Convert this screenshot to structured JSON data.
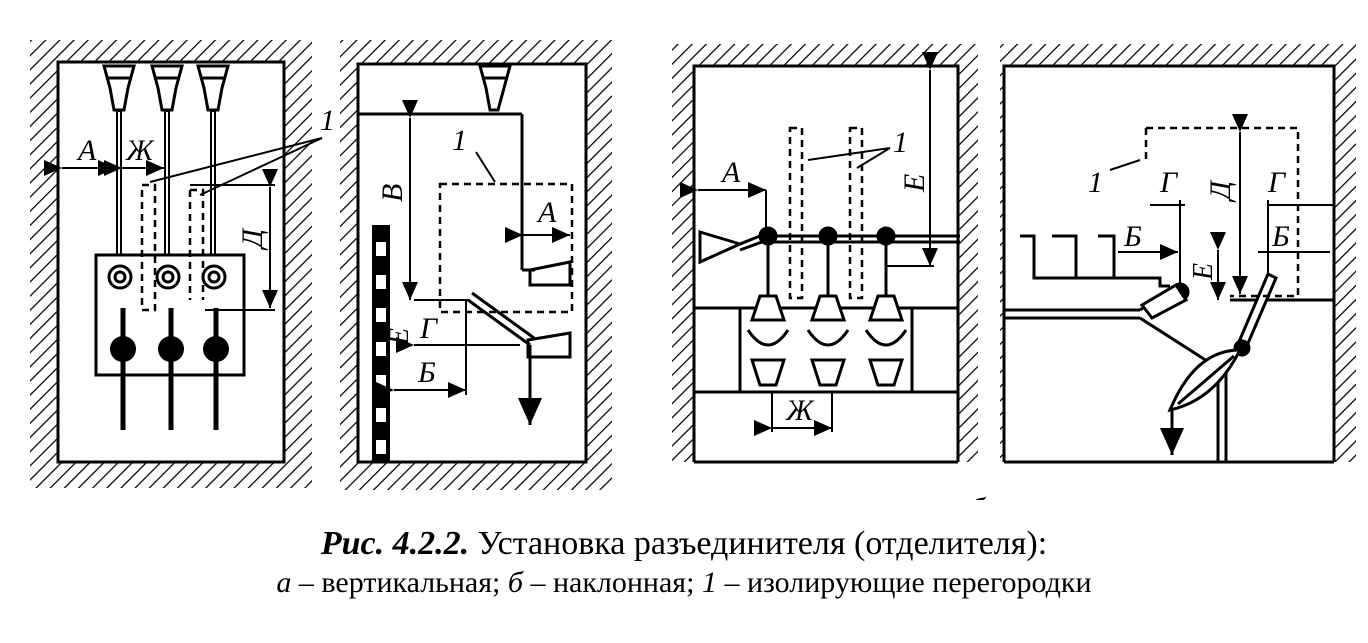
{
  "labels": {
    "A": "А",
    "B": "Б",
    "V": "В",
    "G": "Г",
    "D": "Д",
    "E": "Е",
    "ZH": "Ж",
    "one": "1"
  },
  "subfigures": {
    "a": "а",
    "b": "б"
  },
  "caption": {
    "prefix": "Рис. 4.2.2.",
    "title": "Установка разъединителя (отделителя):",
    "item_a_key": "а",
    "item_a_text": " – вертикальная; ",
    "item_b_key": "б",
    "item_b_text": " – наклонная; ",
    "item_1_key": "1",
    "item_1_text": " – изолирующие перегородки"
  }
}
